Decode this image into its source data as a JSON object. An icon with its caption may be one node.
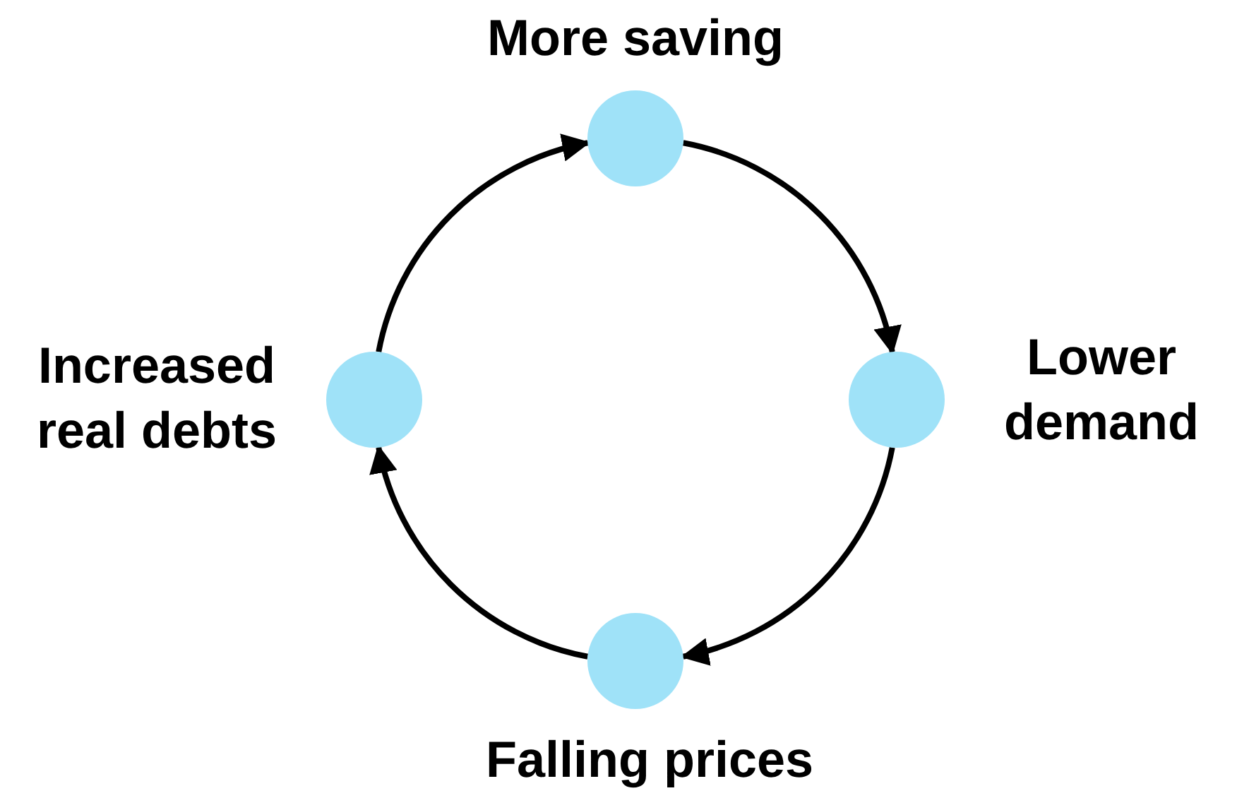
{
  "diagram": {
    "nodes": [
      {
        "text": [],
        "shape": "circle",
        "beside": [
          "More saving"
        ]
      },
      {
        "text": [],
        "shape": "circle",
        "beside": [
          "Lower demand"
        ]
      },
      {
        "text": [],
        "shape": "circle",
        "beside": [
          "Falling prices"
        ]
      },
      {
        "text": [],
        "shape": "circle",
        "beside": [
          "Increased real debts"
        ]
      }
    ],
    "edges": [
      {
        "from": 3,
        "to": 0,
        "arrow": "to"
      },
      {
        "from": 0,
        "to": 1,
        "arrow": "to"
      },
      {
        "from": 1,
        "to": 2,
        "arrow": "to"
      },
      {
        "from": 2,
        "to": 3,
        "arrow": "to"
      }
    ]
  }
}
